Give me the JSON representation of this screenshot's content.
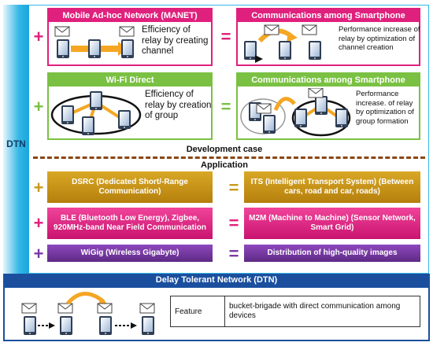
{
  "side_label": "DTN",
  "manet": {
    "title": "Mobile Ad-hoc Network (MANET)",
    "description": "Efficiency of relay by creating channel",
    "result_title": "Communications among Smartphone",
    "result_description": "Performance increase of relay by optimization of channel creation",
    "color": "#e0207d"
  },
  "wifi": {
    "title": "Wi-Fi Direct",
    "description": "Efficiency of relay by creation of group",
    "result_title": "Communications among Smartphone",
    "result_description": "Performance increase. of relay by optimization of group formation",
    "color": "#7ac143"
  },
  "separator": {
    "development": "Development case",
    "application": "Application"
  },
  "applications": [
    {
      "tech": "DSRC (Dedicated Short/-Range Communication)",
      "use": "ITS (Intelligent Transport System) (Between cars, road and car, roads)",
      "color": "#c99a1a"
    },
    {
      "tech": "BLE (Bluetooth Low Energy), Zigbee, 920MHz-band Near Field Communication",
      "use": "M2M (Machine to Machine) (Sensor Network, Smart Grid)",
      "color": "#e0207d"
    },
    {
      "tech": "WiGig (Wireless Gigabyte)",
      "use": "Distribution of high-quality images",
      "color": "#7a3aa6"
    }
  ],
  "dtn": {
    "title": "Delay Tolerant Network (DTN)",
    "feature_label": "Feature",
    "feature_text": "bucket-brigade with direct communication among devices"
  },
  "symbols": {
    "plus": "+",
    "equals": "="
  }
}
